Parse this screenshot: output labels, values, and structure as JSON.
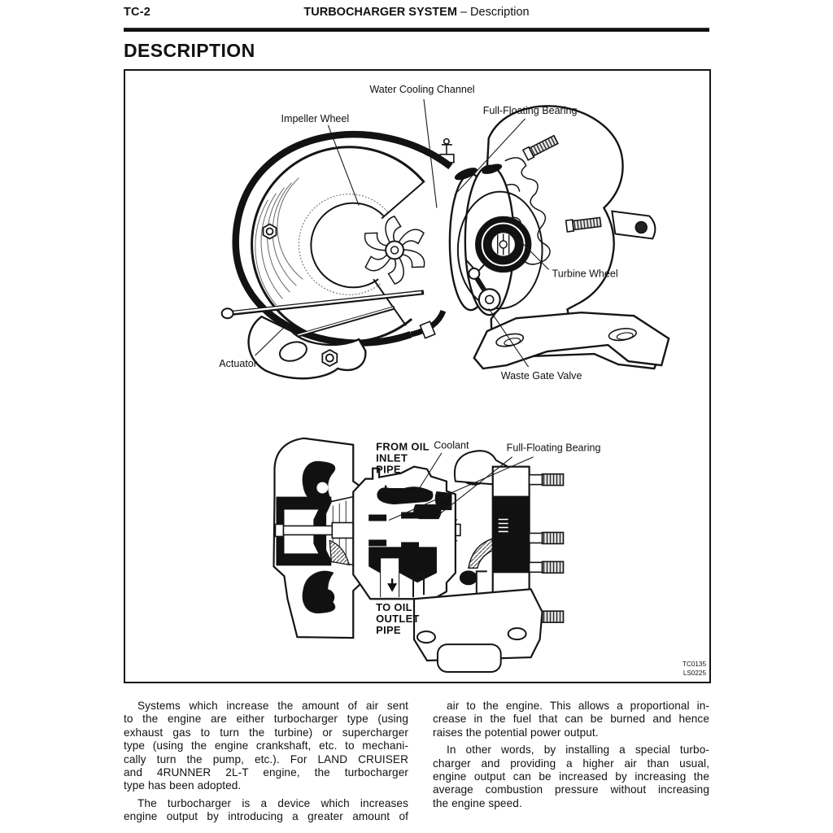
{
  "header": {
    "page_code": "TC-2",
    "title": "TURBOCHARGER SYSTEM",
    "title_suffix": " – Description"
  },
  "section": {
    "title": "DESCRIPTION"
  },
  "figure": {
    "codes": {
      "line1": "TC0135",
      "line2": "LS0225"
    },
    "cutaway": {
      "labels": {
        "water_cooling_channel": "Water Cooling Channel",
        "impeller_wheel": "Impeller Wheel",
        "full_floating_bearing": "Full-Floating Bearing",
        "turbine_wheel": "Turbine Wheel",
        "actuator": "Actuator",
        "waste_gate_valve": "Waste Gate Valve"
      }
    },
    "cross_section": {
      "labels": {
        "from_oil_inlet_pipe": [
          "FROM OIL",
          "INLET",
          "PIPE"
        ],
        "coolant": "Coolant",
        "full_floating_bearing": "Full-Floating Bearing",
        "to_oil_outlet_pipe": [
          "TO OIL",
          "OUTLET",
          "PIPE"
        ]
      }
    }
  },
  "body": {
    "left_column": {
      "paragraphs": [
        {
          "justify_last": false,
          "lines": [
            "Systems which increase the amount of air sent",
            "to the engine are either turbocharger type (using",
            "exhaust gas to turn the turbine) or supercharger",
            "type (using the engine crankshaft, etc. to mechani-",
            "cally turn the pump, etc.). For LAND CRUISER",
            "and 4RUNNER 2L-T engine, the turbocharger",
            "type has been adopted."
          ]
        },
        {
          "justify_last": true,
          "lines": [
            "The turbocharger is a device which increases",
            "engine output by introducing a greater amount of"
          ]
        }
      ]
    },
    "right_column": {
      "paragraphs": [
        {
          "justify_last": false,
          "lines": [
            "air to the engine. This allows a proportional in-",
            "crease in the fuel that can be burned and hence",
            "raises the potential power output."
          ]
        },
        {
          "justify_last": false,
          "lines": [
            "In other words, by installing a special turbo-",
            "charger and providing a higher air than usual,",
            "engine output can be increased by increasing the",
            "average combustion pressure without increasing",
            "the engine speed."
          ]
        }
      ]
    }
  }
}
